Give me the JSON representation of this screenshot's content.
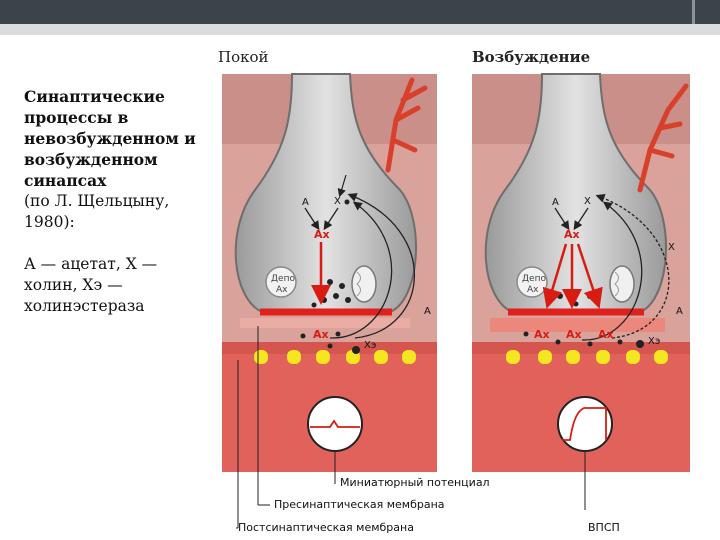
{
  "slide": {
    "title": "Синаптические процессы в невозбужденном и возбужденном синапсах",
    "source": "(по Л. Щельцыну, 1980):",
    "legend_text": "А — ацетат, Х — холин, Хэ — холинэстераза"
  },
  "figure": {
    "panel_left_title": "Покой",
    "panel_right_title": "Возбуждение",
    "label_a": "А",
    "label_x": "Х",
    "label_ax": "Ах",
    "label_xe": "Хэ",
    "depot_line1": "Депо",
    "depot_line2": "Ах",
    "label_miniature": "Миниатюрный потенциал",
    "label_presynaptic": "Пресинаптическая мембрана",
    "label_postsynaptic": "Постсинаптическая мембрана",
    "label_epsp": "ВПСП"
  },
  "colors": {
    "cleft": "#e8c9c4",
    "muscle": "#e06256",
    "terminal": "#c9c9c9",
    "membrane_red": "#e0201c",
    "receptor_yellow": "#f5e620",
    "arrow_red": "#d81c12"
  }
}
